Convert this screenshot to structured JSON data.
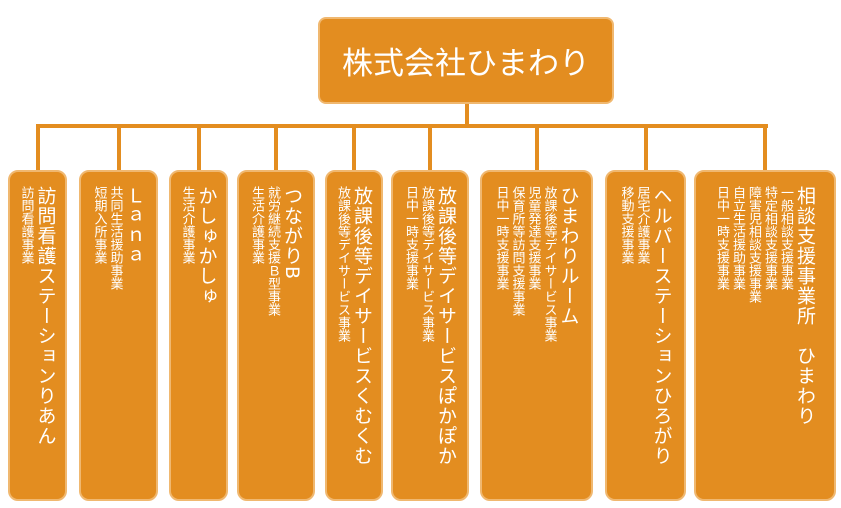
{
  "root": "株式会社ひまわり",
  "units": [
    {
      "title": "訪問看護ステーションりあん",
      "subs": [
        "訪問看護事業"
      ]
    },
    {
      "title": "Ｌａｎａ",
      "subs": [
        "共同生活援助事業",
        "短期入所事業"
      ]
    },
    {
      "title": "かしゅかしゅ",
      "subs": [
        "生活介護事業"
      ]
    },
    {
      "title": "つながりB",
      "subs": [
        "就労継続支援Ｂ型事業",
        "生活介護事業"
      ]
    },
    {
      "title": "放課後等デイサービスくむくむ",
      "subs": [
        "放課後等デイサービス事業"
      ]
    },
    {
      "title": "放課後等デイサービスぽかぽか",
      "subs": [
        "放課後等デイサービス事業",
        "日中一時支援事業"
      ]
    },
    {
      "title": "ひまわりルーム",
      "subs": [
        "放課後等デイサービス事業",
        "児童発達支援事業",
        "保育所等訪問支援事業",
        "日中一時支援事業"
      ]
    },
    {
      "title": "ヘルパーステーションひろがり",
      "subs": [
        "居宅介護事業",
        "移動支援事業"
      ]
    },
    {
      "title": "相談支援事業所　ひまわり",
      "subs": [
        "一般相談支援事業",
        "特定相談支援事業",
        "障害児相談支援事業",
        "自立生活援助事業",
        "日中一時支援事業"
      ]
    }
  ],
  "colors": {
    "box": "#E38D20",
    "border": "#F0B870",
    "text": "#FFFFFF"
  }
}
